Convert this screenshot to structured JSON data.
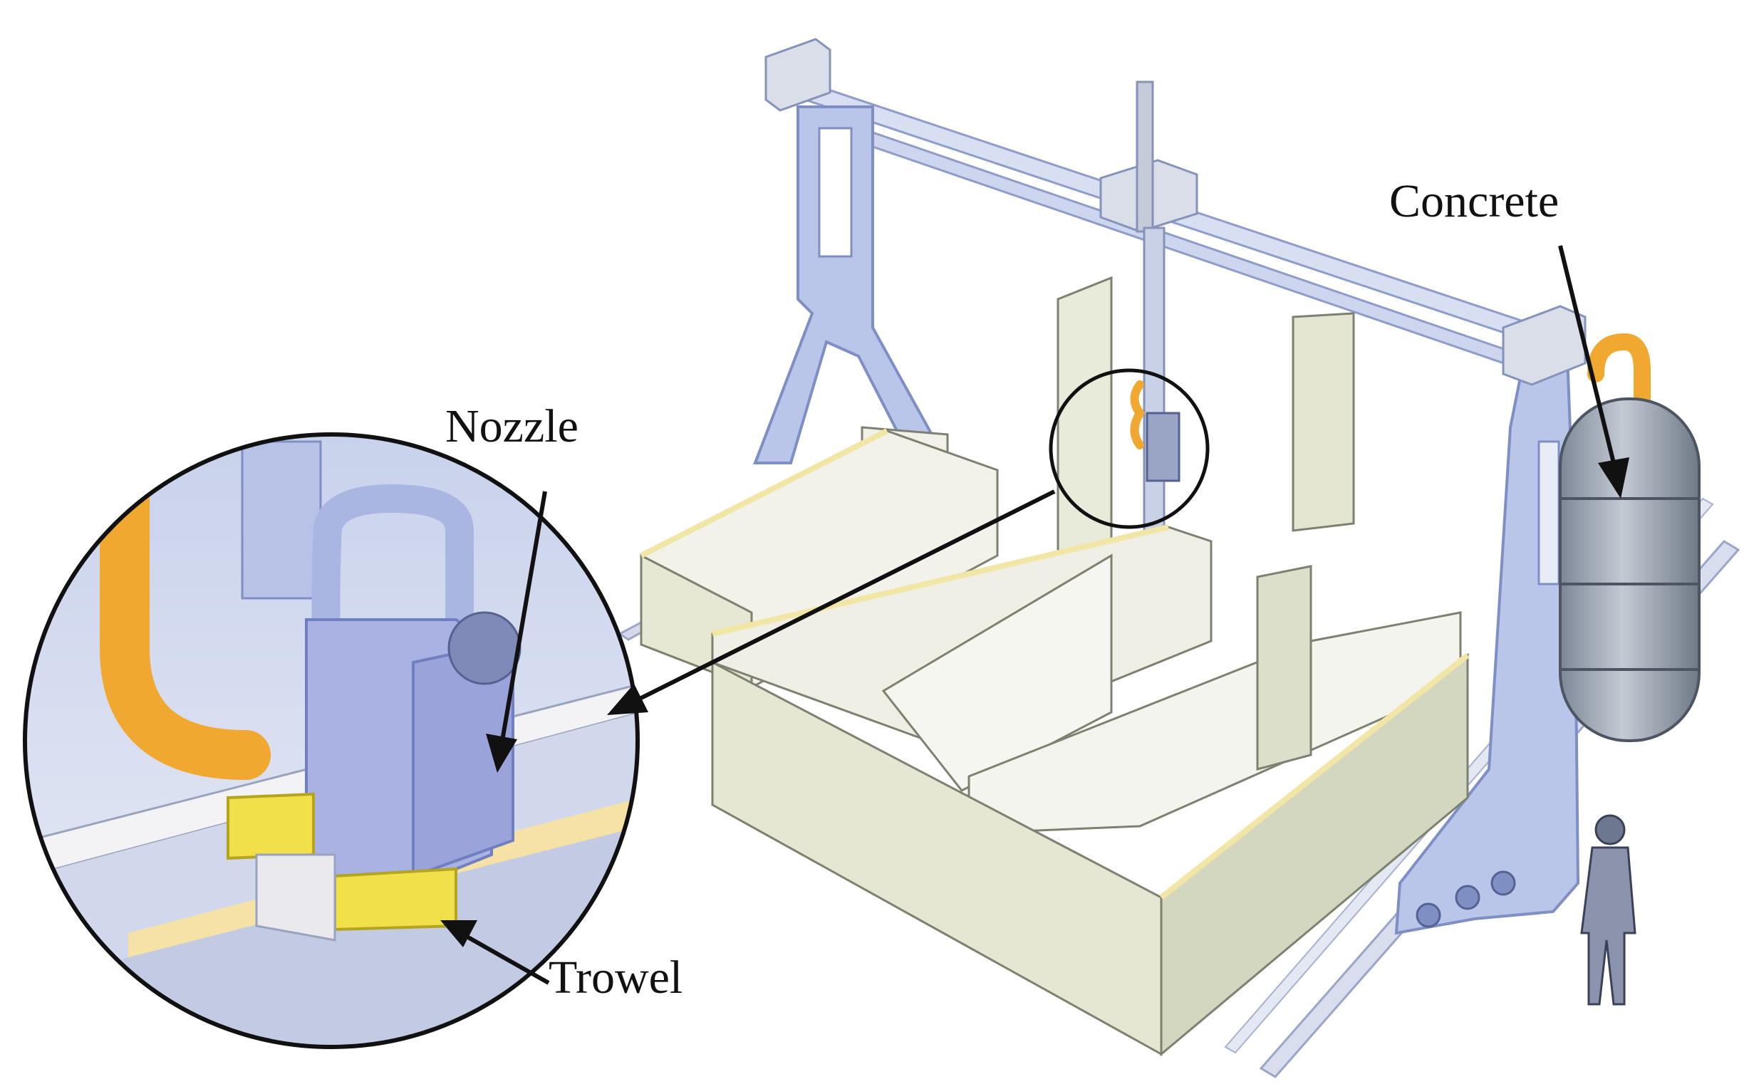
{
  "labels": {
    "nozzle": "Nozzle",
    "trowel": "Trowel",
    "concrete": "Concrete"
  },
  "colors": {
    "frame": "#b9c6ea",
    "frame_edge": "#7f8fc4",
    "wall": "#e7e9d6",
    "wall_top": "#f2e6a6",
    "hose": "#f0a830",
    "trowel": "#f1e04a",
    "tank": "#9fa8b4",
    "outline": "#111111"
  }
}
